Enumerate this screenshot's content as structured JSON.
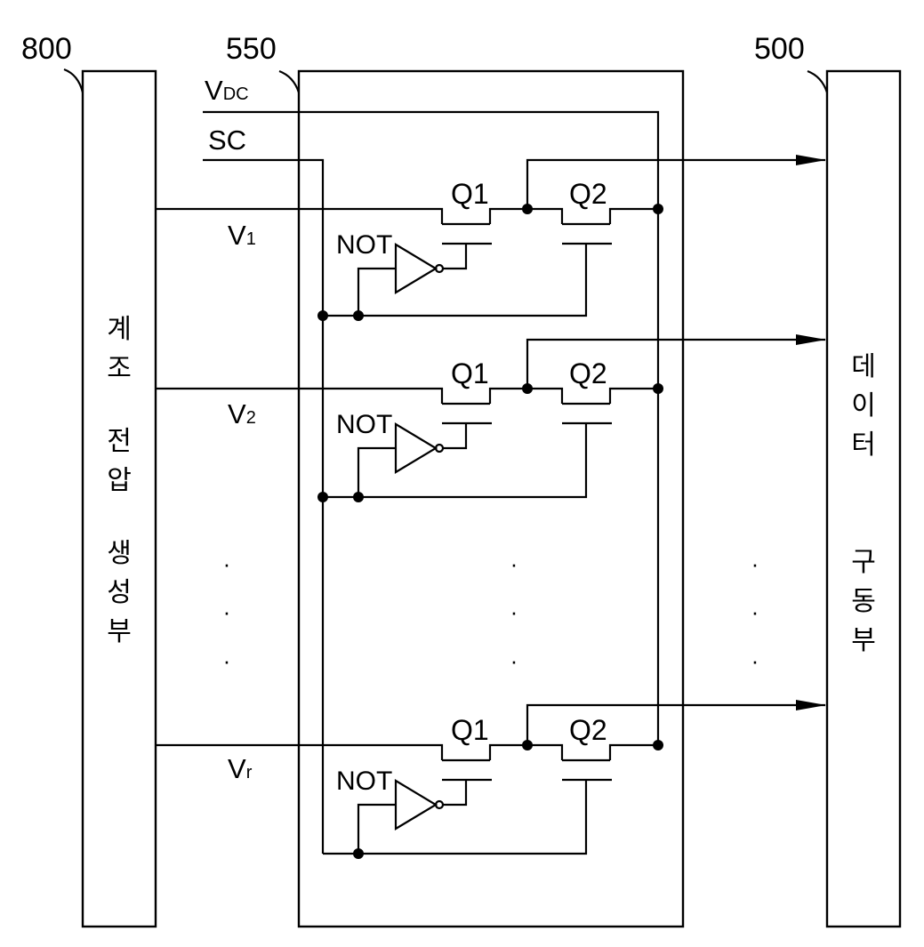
{
  "refs": {
    "generator": "800",
    "switch_unit": "550",
    "driver": "500"
  },
  "signals": {
    "vdc_main": "V",
    "vdc_sub": "DC",
    "sc": "SC",
    "v1_main": "V",
    "v1_sub": "1",
    "v2_main": "V",
    "v2_sub": "2",
    "vr_main": "V",
    "vr_sub": "r"
  },
  "blocks": {
    "generator_text": [
      "계",
      "조",
      "전",
      "압",
      "생",
      "성",
      "부"
    ],
    "driver_text": [
      "데",
      "이",
      "터",
      "구",
      "동",
      "부"
    ]
  },
  "stages": [
    {
      "q1": "Q1",
      "q2": "Q2",
      "inverter": "NOT"
    },
    {
      "q1": "Q1",
      "q2": "Q2",
      "inverter": "NOT"
    },
    {
      "q1": "Q1",
      "q2": "Q2",
      "inverter": "NOT"
    }
  ],
  "ellipsis": "·"
}
